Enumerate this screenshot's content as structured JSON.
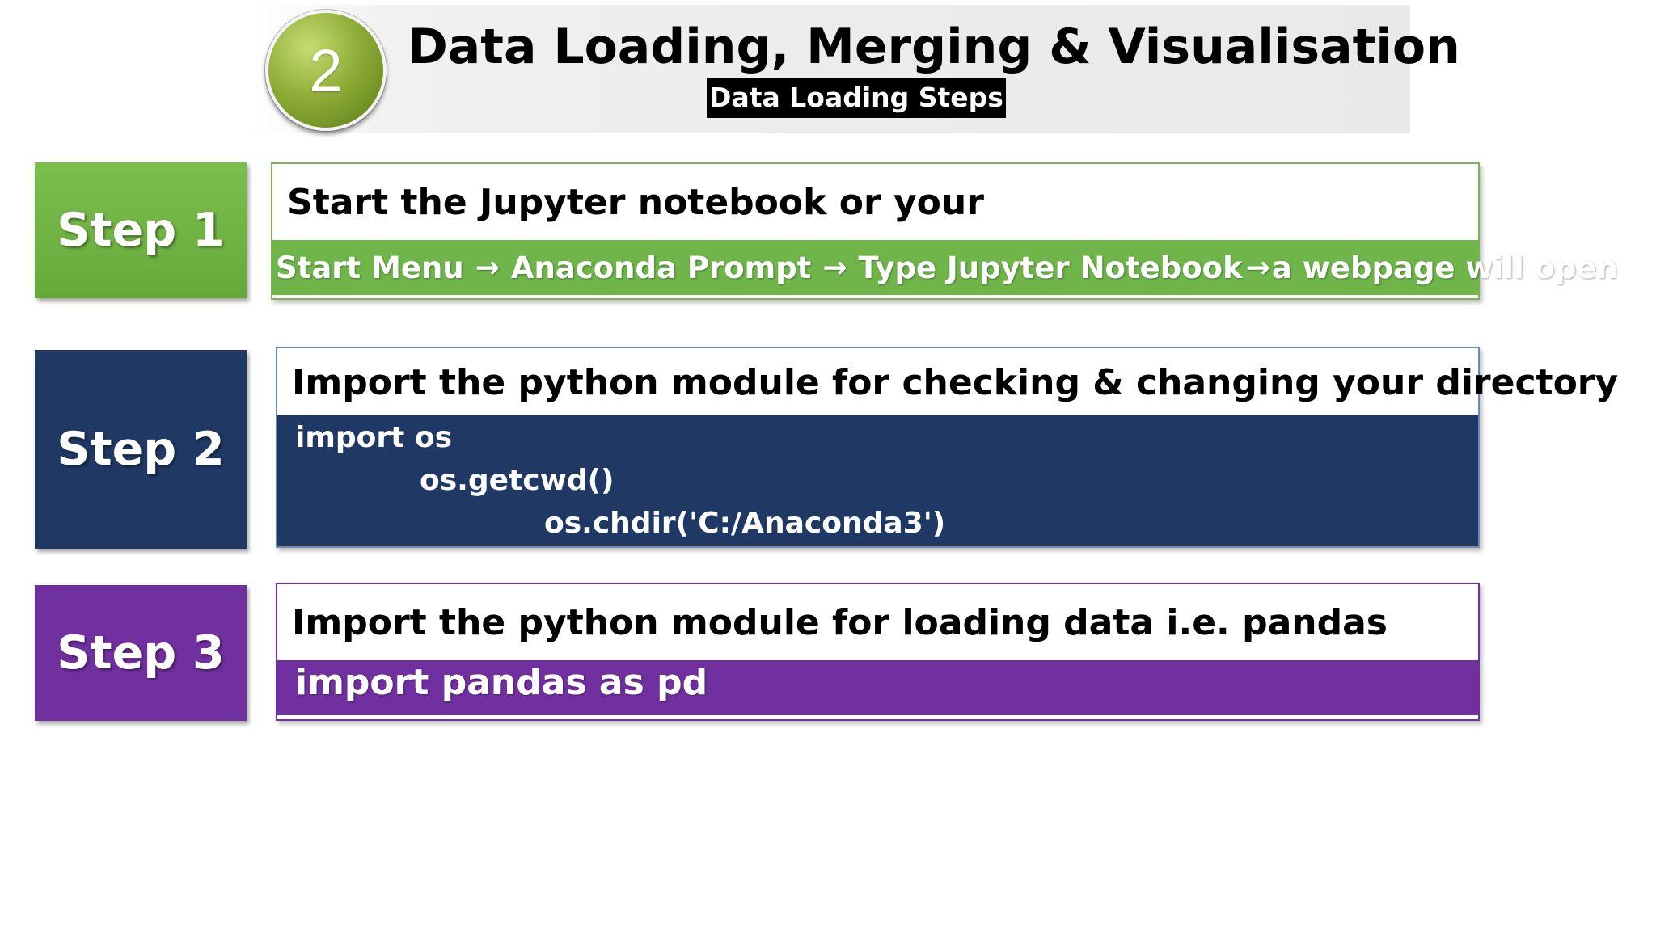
{
  "header": {
    "badge_number": "2",
    "title": "Data Loading, Merging & Visualisation",
    "subtitle": "Data Loading Steps"
  },
  "steps": [
    {
      "label": "Step 1",
      "color": "#70ad47",
      "heading": "Start the Jupyter notebook or your",
      "path": [
        "Start Menu",
        "Anaconda Prompt",
        "Type Jupyter Notebook",
        "a webpage will open"
      ],
      "arrow_icon": "right-arrow-icon"
    },
    {
      "label": "Step 2",
      "color": "#203864",
      "heading": "Import the python module for checking & changing your directory",
      "code": [
        "import os",
        "os.getcwd()",
        "os.chdir('C:/Anaconda3')"
      ]
    },
    {
      "label": "Step 3",
      "color": "#7030a0",
      "heading": "Import the python module for loading data i.e. pandas",
      "code": [
        "import pandas as pd"
      ]
    }
  ]
}
